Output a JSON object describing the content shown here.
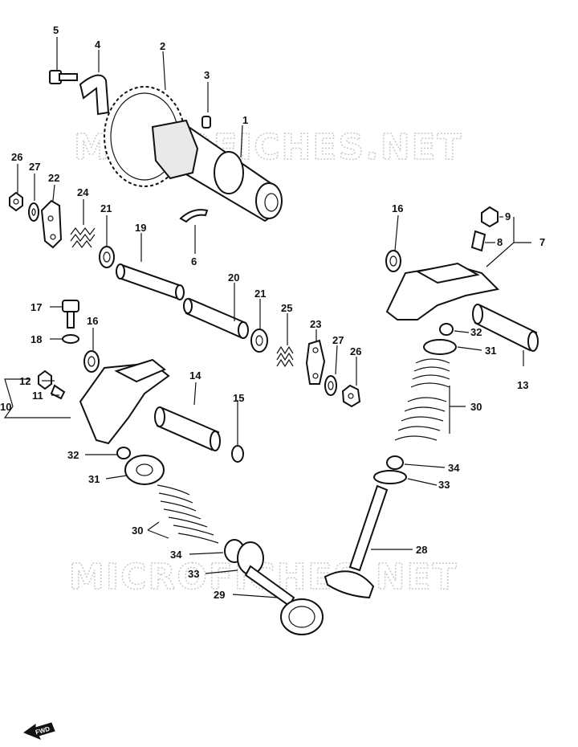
{
  "watermark": "MICROFICHES.NET",
  "fwd_label": "FWD",
  "labels": [
    "1",
    "2",
    "3",
    "4",
    "5",
    "6",
    "7",
    "8",
    "9",
    "10",
    "11",
    "12",
    "13",
    "14",
    "15",
    "16",
    "17",
    "18",
    "19",
    "20",
    "21",
    "22",
    "23",
    "24",
    "25",
    "26",
    "27",
    "28",
    "29",
    "30",
    "31",
    "32",
    "33",
    "34"
  ]
}
